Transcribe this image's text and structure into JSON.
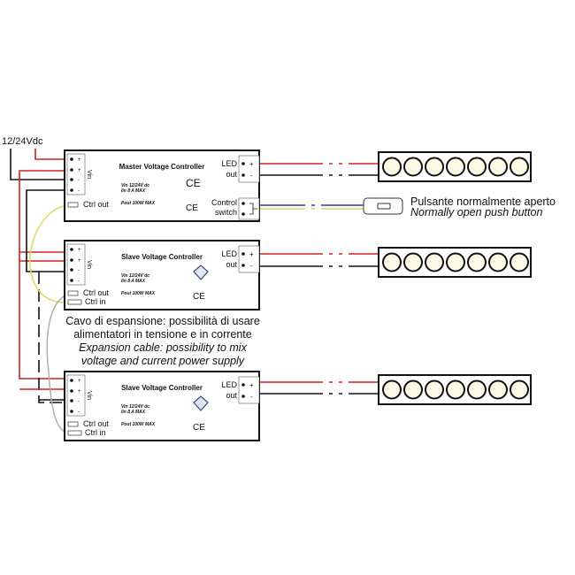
{
  "supply_label": "12/24Vdc",
  "controllers": [
    {
      "title": "Master Voltage Controller",
      "vin": "Vin",
      "spec1": "Vin  12/24V dc",
      "spec2": "Iin  8 A MAX",
      "spec3": "Pout 100W MAX",
      "led_out": [
        "LED",
        "out"
      ],
      "ctrl": [
        "Ctrl out"
      ],
      "switch": [
        "Control",
        "switch"
      ],
      "marks": [
        "CE",
        "CE"
      ]
    },
    {
      "title": "Slave Voltage Controller",
      "vin": "Vin",
      "spec1": "Vin  12/24V dc",
      "spec2": "Iin  8 A MAX",
      "spec3": "Pout 100W MAX",
      "led_out": [
        "LED",
        "out"
      ],
      "ctrl": [
        "Ctrl out",
        "Ctrl in"
      ],
      "marks": [
        "CE"
      ]
    },
    {
      "title": "Slave Voltage Controller",
      "vin": "Vin",
      "spec1": "Vin  12/24V dc",
      "spec2": "Iin  8 A MAX",
      "spec3": "Pout 100W MAX",
      "led_out": [
        "LED",
        "out"
      ],
      "ctrl": [
        "Ctrl out",
        "Ctrl in"
      ],
      "marks": [
        "CE"
      ]
    }
  ],
  "push_button": {
    "label_it": "Pulsante normalmente aperto",
    "label_en": "Normally open push button"
  },
  "caption": {
    "it1": "Cavo di espansione: possibilità di usare",
    "it2": "alimentatori in tensione e in corrente",
    "en1": "Expansion cable: possibility to mix",
    "en2": "voltage and current power supply"
  },
  "terminal_signs": {
    "plus": "+",
    "minus": "-"
  },
  "colors": {
    "positive": "#d42020",
    "negative": "#111111",
    "expansion": "#e0d860",
    "expansion2": "#b0b0a8",
    "switch_a": "#3a3aa0",
    "switch_b": "#d8d860",
    "led": "#fdfbe6"
  }
}
